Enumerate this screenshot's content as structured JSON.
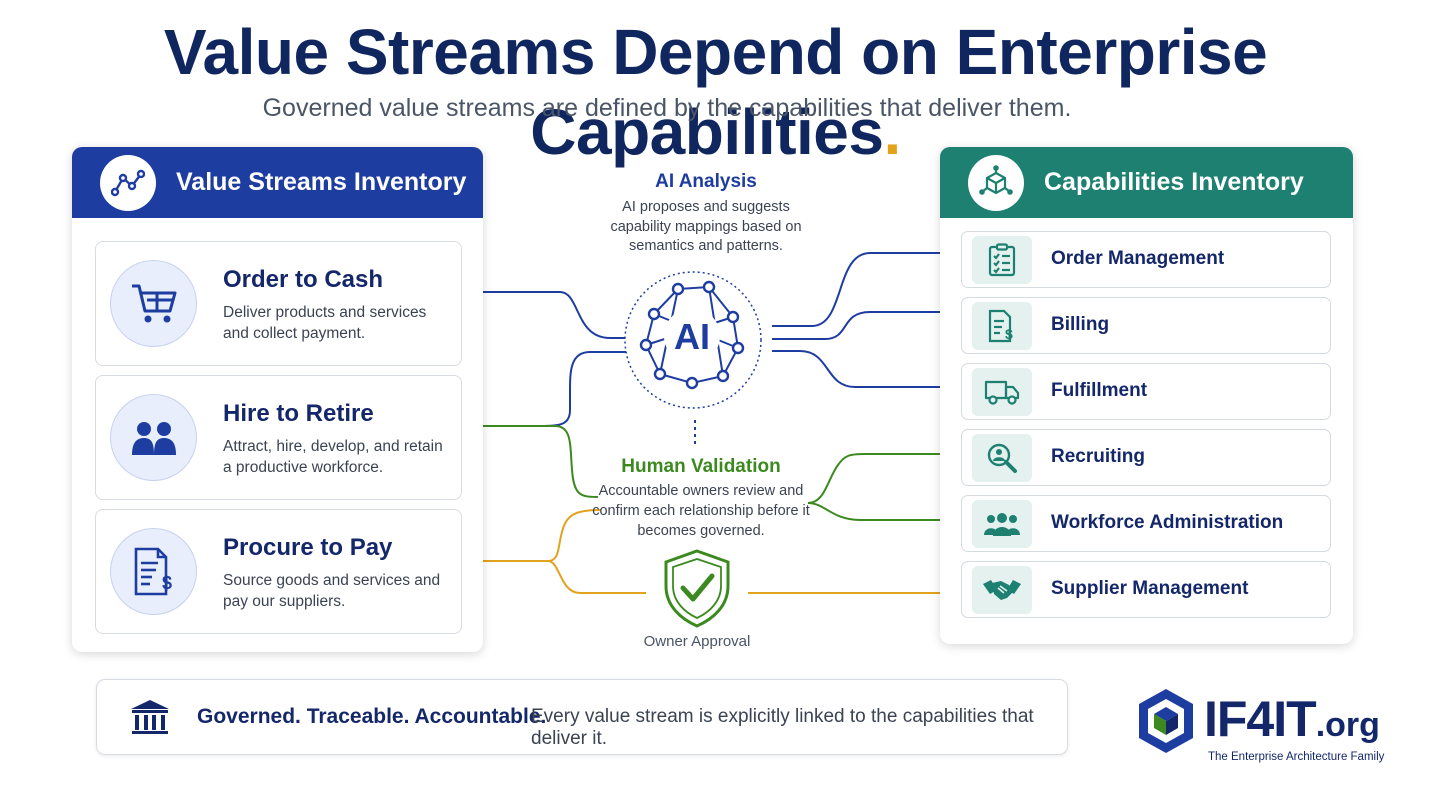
{
  "title": "Value Streams Depend on Enterprise Capabilities",
  "title_dot": ".",
  "subtitle": "Governed value streams are defined by the capabilities that deliver them.",
  "colors": {
    "navy": "#14276a",
    "blue": "#1e3da0",
    "teal": "#1d8071",
    "green": "#3c8a1f",
    "orange": "#e2a21b"
  },
  "value_streams": {
    "header": "Value Streams Inventory",
    "header_icon": "network-nodes-icon",
    "items": [
      {
        "title": "Order to Cash",
        "description": "Deliver products and services and collect payment.",
        "icon": "shopping-cart-icon"
      },
      {
        "title": "Hire to Retire",
        "description": "Attract, hire, develop, and retain a productive workforce.",
        "icon": "people-icon"
      },
      {
        "title": "Procure to Pay",
        "description": "Source goods and services and pay our suppliers.",
        "icon": "invoice-dollar-icon"
      }
    ]
  },
  "ai_analysis": {
    "title": "AI Analysis",
    "description": "AI proposes and suggests capability mappings based on semantics and patterns.",
    "node_label": "AI"
  },
  "human_validation": {
    "title": "Human Validation",
    "description": "Accountable owners review and confirm each relationship before it becomes governed."
  },
  "owner_approval": "Owner Approval",
  "capabilities": {
    "header": "Capabilities Inventory",
    "header_icon": "cube-network-icon",
    "items": [
      {
        "label": "Order Management",
        "icon": "clipboard-checklist-icon"
      },
      {
        "label": "Billing",
        "icon": "invoice-dollar-icon"
      },
      {
        "label": "Fulfillment",
        "icon": "delivery-truck-icon"
      },
      {
        "label": "Recruiting",
        "icon": "person-search-icon"
      },
      {
        "label": "Workforce Administration",
        "icon": "team-icon"
      },
      {
        "label": "Supplier Management",
        "icon": "handshake-icon"
      }
    ]
  },
  "footer": {
    "bold": "Governed. Traceable. Accountable.",
    "text": "Every value stream is explicitly linked to the capabilities that deliver it.",
    "icon": "institution-icon"
  },
  "brand": {
    "name": "IF4IT",
    "suffix": ".org",
    "tagline": "The Enterprise Architecture Family"
  }
}
